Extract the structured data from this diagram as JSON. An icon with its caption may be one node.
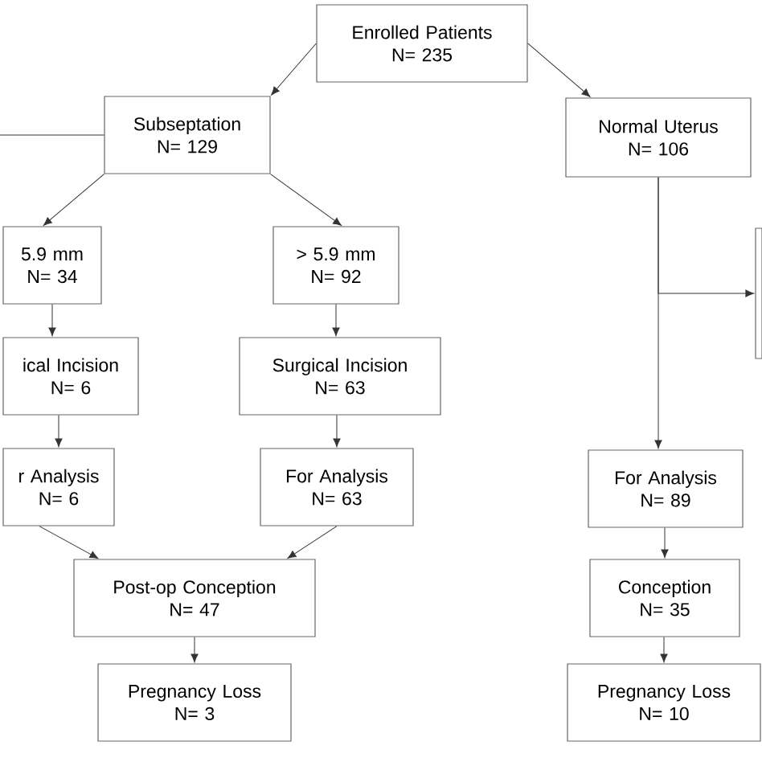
{
  "diagram": {
    "nodes": [
      {
        "text": [
          "Enrolled Patients",
          "N= 235"
        ]
      },
      {
        "text": [
          "Subseptation",
          "N= 129"
        ]
      },
      {
        "text": [
          "Normal Uterus",
          "N= 106"
        ]
      },
      {
        "text": [
          "5.9 mm",
          "N= 34"
        ]
      },
      {
        "text": [
          "> 5.9 mm",
          "N= 92"
        ]
      },
      {
        "text": [
          "ical Incision",
          "N= 6"
        ]
      },
      {
        "text": [
          "Surgical Incision",
          "N= 63"
        ]
      },
      {
        "text": [
          "r Analysis",
          "N= 6"
        ]
      },
      {
        "text": [
          "For Analysis",
          "N= 63"
        ]
      },
      {
        "text": [
          "Post-op Conception",
          "N= 47"
        ]
      },
      {
        "text": [
          "Pregnancy Loss",
          "N= 3"
        ]
      },
      {
        "text": [
          "For Analysis",
          "N= 89"
        ]
      },
      {
        "text": [
          "Conception",
          "N= 35"
        ]
      },
      {
        "text": [
          "Pregnancy Loss",
          "N= 10"
        ]
      },
      {
        "text": [],
        "shape": "box"
      }
    ],
    "edges": [
      {
        "from": 0,
        "to": 1,
        "arrow": "to"
      },
      {
        "from": 0,
        "to": 2,
        "arrow": "to"
      },
      {
        "from": 1,
        "to": null,
        "arrow": "none"
      },
      {
        "from": 1,
        "to": 3,
        "arrow": "to"
      },
      {
        "from": 1,
        "to": 4,
        "arrow": "to"
      },
      {
        "from": 3,
        "to": 5,
        "arrow": "to"
      },
      {
        "from": 4,
        "to": 6,
        "arrow": "to"
      },
      {
        "from": 5,
        "to": 7,
        "arrow": "to"
      },
      {
        "from": 6,
        "to": 8,
        "arrow": "to"
      },
      {
        "from": 7,
        "to": 9,
        "arrow": "to"
      },
      {
        "from": 8,
        "to": 9,
        "arrow": "to"
      },
      {
        "from": 9,
        "to": 10,
        "arrow": "to"
      },
      {
        "from": 2,
        "to": 11,
        "arrow": "to"
      },
      {
        "from": 2,
        "to": 14,
        "arrow": "to"
      },
      {
        "from": 11,
        "to": 12,
        "arrow": "to"
      },
      {
        "from": 12,
        "to": 13,
        "arrow": "to"
      }
    ]
  }
}
